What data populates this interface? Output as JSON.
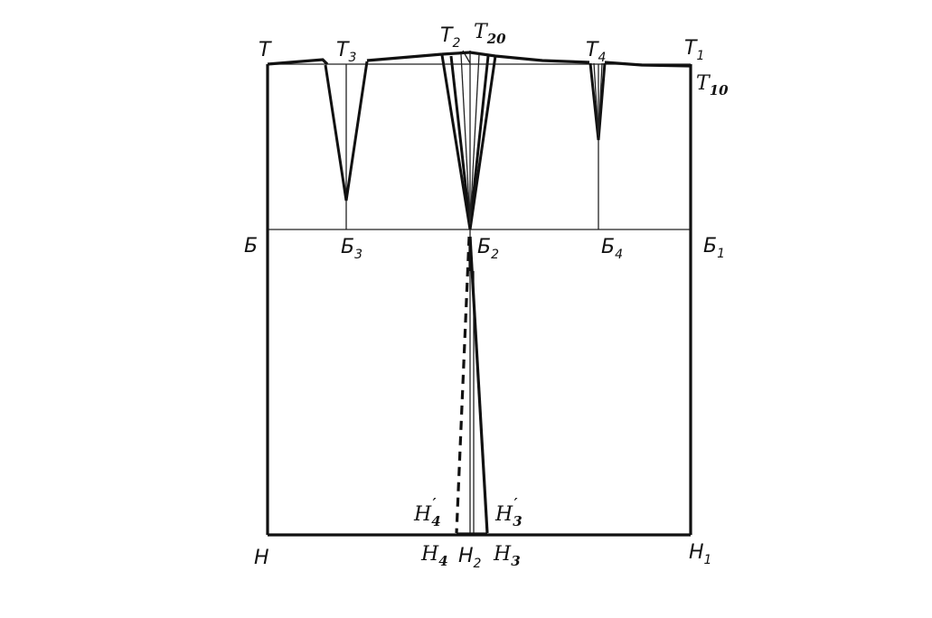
{
  "labels": {
    "T": {
      "main": "Т",
      "sub": ""
    },
    "T3": {
      "main": "Т",
      "sub": "3"
    },
    "T2": {
      "main": "Т",
      "sub": "2"
    },
    "T20": {
      "main": "Т",
      "sub": "20"
    },
    "T4": {
      "main": "Т",
      "sub": "4"
    },
    "T1": {
      "main": "Т",
      "sub": "1"
    },
    "T10": {
      "main": "Т",
      "sub": "10"
    },
    "B": {
      "main": "Б",
      "sub": ""
    },
    "B3": {
      "main": "Б",
      "sub": "3"
    },
    "B2": {
      "main": "Б",
      "sub": "2"
    },
    "B4": {
      "main": "Б",
      "sub": "4"
    },
    "B1": {
      "main": "Б",
      "sub": "1"
    },
    "H4p": {
      "main": "Н",
      "sub": "4",
      "sup": "′"
    },
    "H3p": {
      "main": "Н",
      "sub": "3",
      "sup": "′"
    },
    "H": {
      "main": "Н",
      "sub": ""
    },
    "H4": {
      "main": "Н",
      "sub": "4"
    },
    "H2": {
      "main": "Н",
      "sub": "2"
    },
    "H3": {
      "main": "Н",
      "sub": "3"
    },
    "H1": {
      "main": "Н",
      "sub": "1"
    }
  }
}
